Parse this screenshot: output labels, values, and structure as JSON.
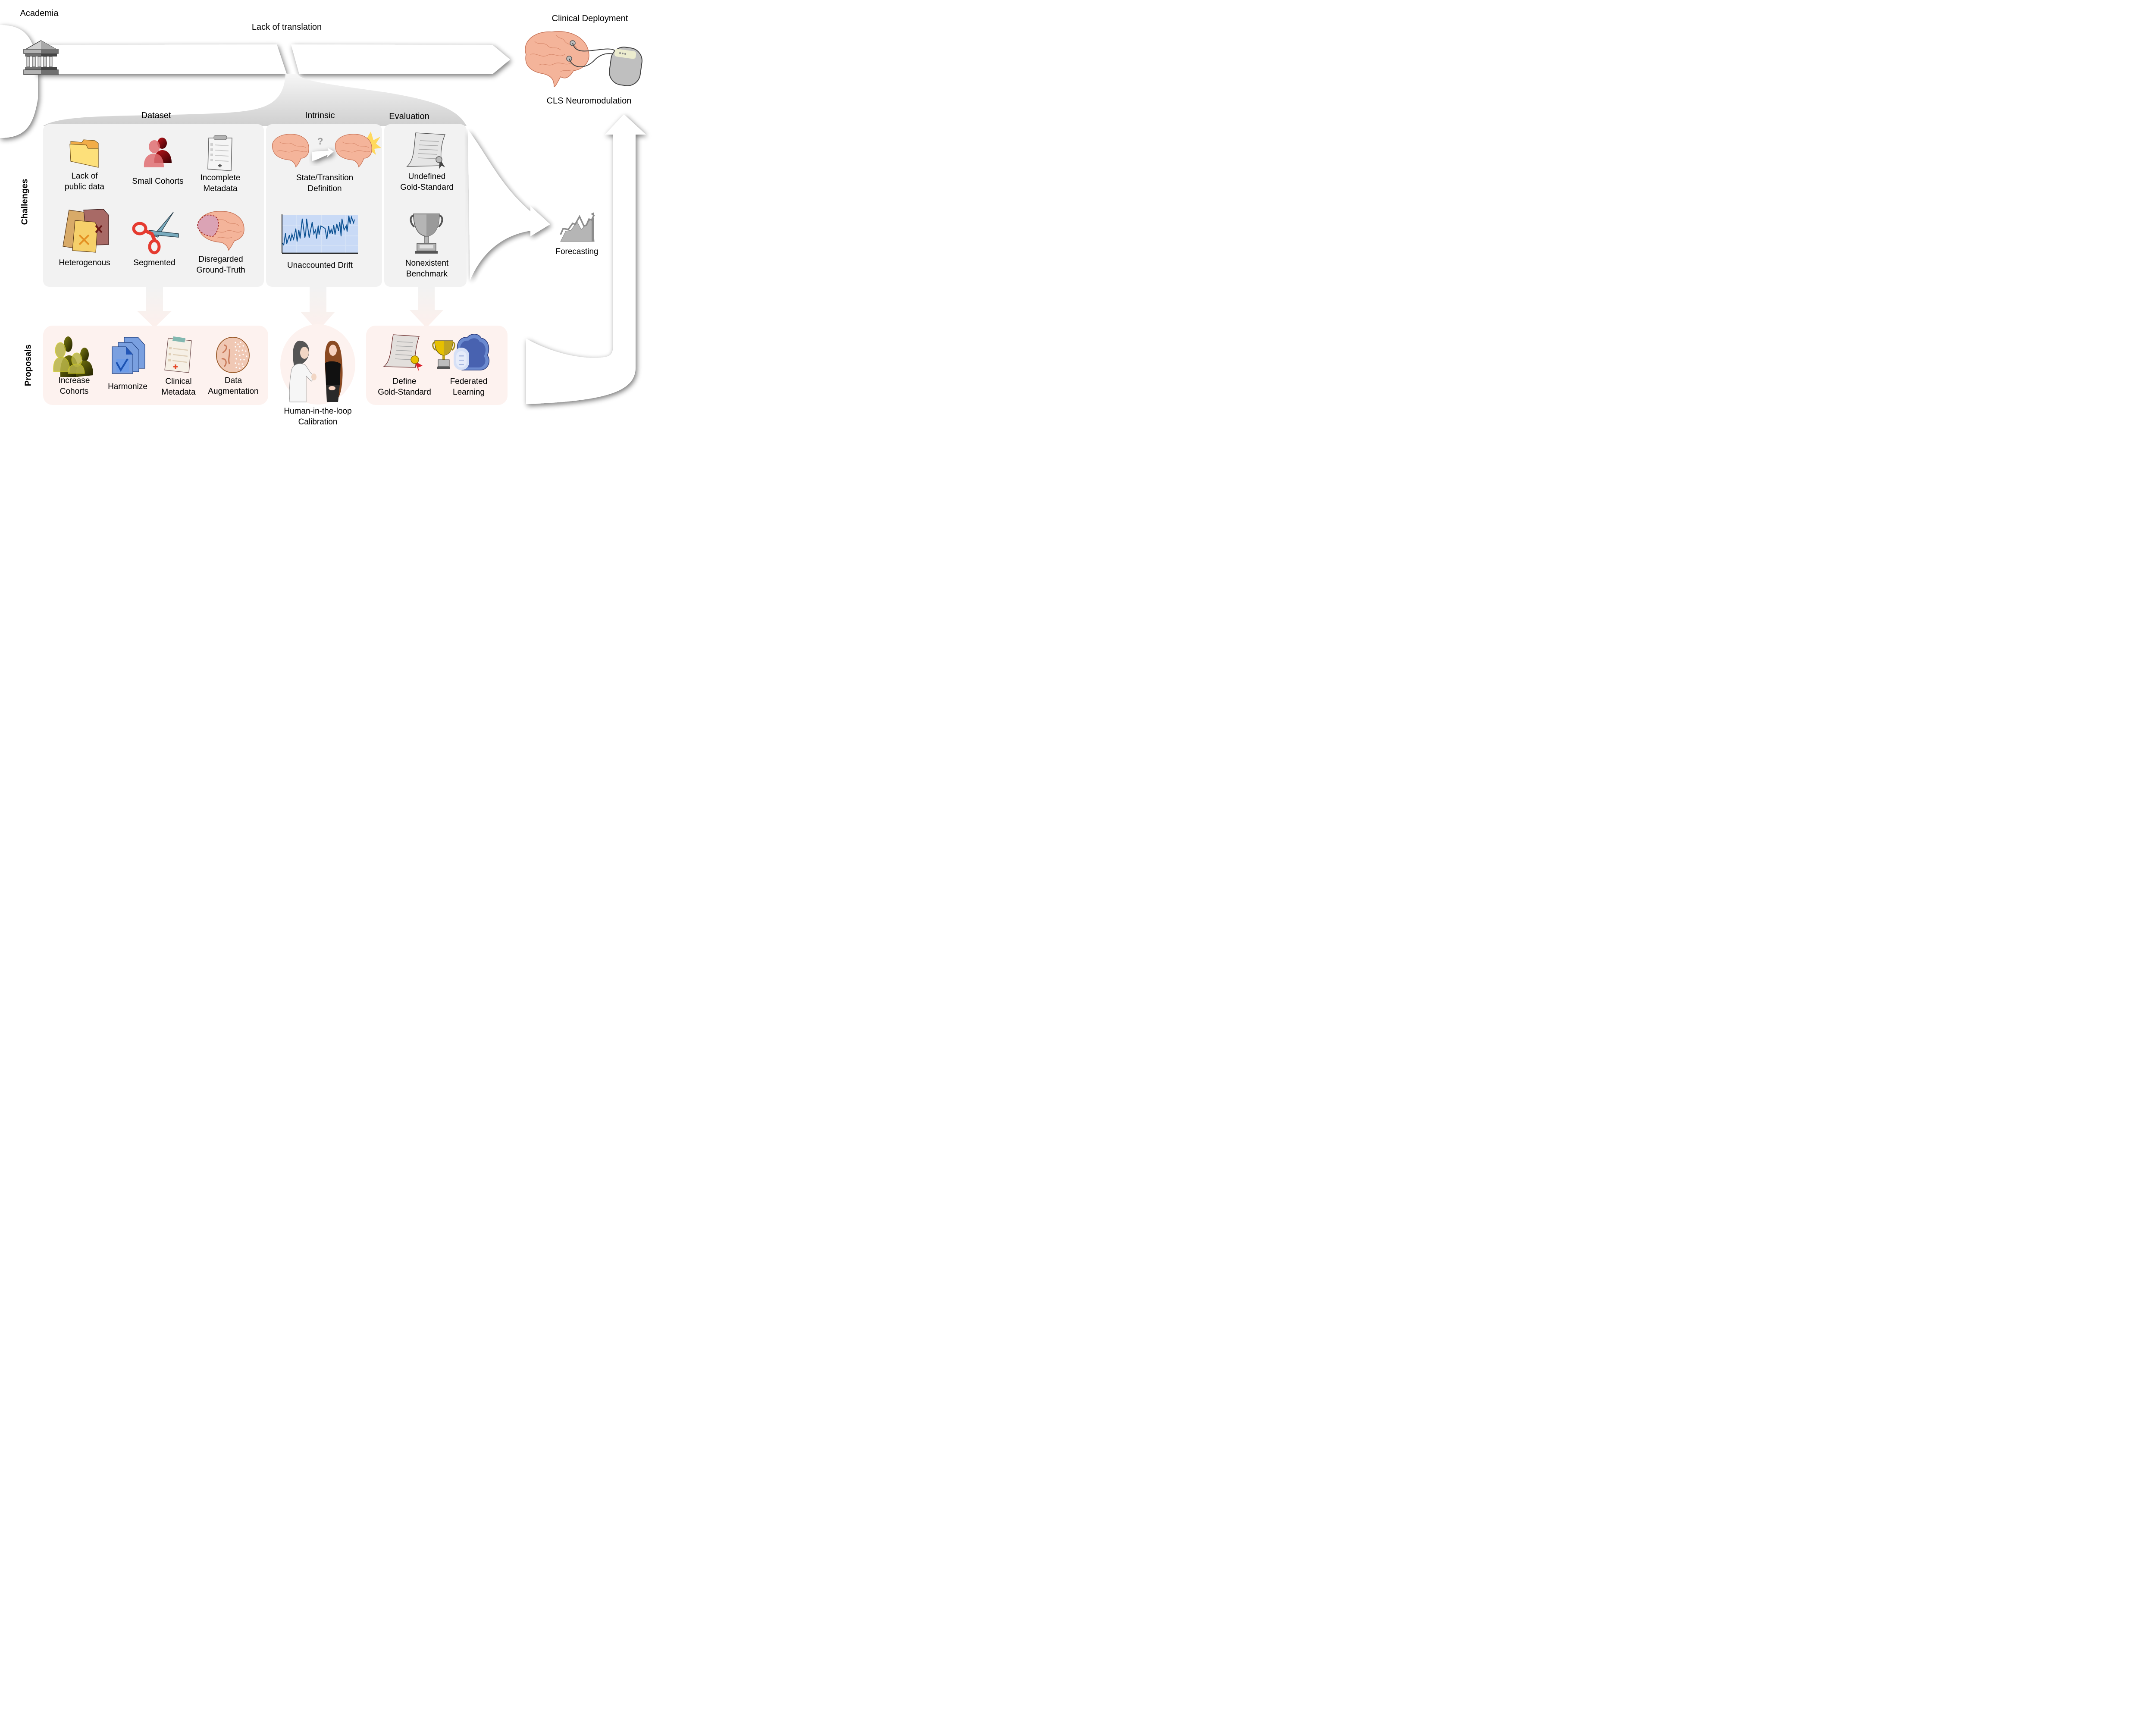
{
  "header": {
    "source_label": "Academia",
    "gap_label": "Lack of translation",
    "target_label": "Clinical Deployment",
    "target_caption": "CLS Neuromodulation"
  },
  "side_labels": {
    "challenges": "Challenges",
    "proposals": "Proposals"
  },
  "challenge_groups": [
    {
      "title": "Dataset",
      "items": [
        {
          "label_line1": "Lack of",
          "label_line2": "public data",
          "icon": "folder-icon"
        },
        {
          "label_line1": "Small Cohorts",
          "label_line2": "",
          "icon": "people-icon"
        },
        {
          "label_line1": "Incomplete",
          "label_line2": "Metadata",
          "icon": "clipboard-icon"
        },
        {
          "label_line1": "Heterogenous",
          "label_line2": "",
          "icon": "mismatched-files-icon"
        },
        {
          "label_line1": "Segmented",
          "label_line2": "",
          "icon": "scissors-icon"
        },
        {
          "label_line1": "Disregarded",
          "label_line2": "Ground-Truth",
          "icon": "brain-region-icon"
        }
      ]
    },
    {
      "title": "Intrinsic",
      "items": [
        {
          "label_line1": "State/Transition",
          "label_line2": "Definition",
          "icon": "brain-transition-icon",
          "badge": "?"
        },
        {
          "label_line1": "Unaccounted Drift",
          "label_line2": "",
          "icon": "drift-chart-icon"
        }
      ]
    },
    {
      "title": "Evaluation",
      "items": [
        {
          "label_line1": "Undefined",
          "label_line2": "Gold-Standard",
          "icon": "certificate-icon"
        },
        {
          "label_line1": "Nonexistent",
          "label_line2": "Benchmark",
          "icon": "trophy-icon"
        }
      ]
    }
  ],
  "proposals": {
    "dataset": [
      {
        "label_line1": "Increase",
        "label_line2": "Cohorts",
        "icon": "group-icon"
      },
      {
        "label_line1": "Harmonize",
        "label_line2": "",
        "icon": "checked-documents-icon"
      },
      {
        "label_line1": "Clinical",
        "label_line2": "Metadata",
        "icon": "medical-clipboard-icon"
      },
      {
        "label_line1": "Data",
        "label_line2": "Augmentation",
        "icon": "augmented-brain-icon"
      }
    ],
    "intrinsic": [
      {
        "label_line1": "Human-in-the-loop",
        "label_line2": "Calibration",
        "icon": "clinician-patient-icon"
      }
    ],
    "evaluation": [
      {
        "label_line1": "Define",
        "label_line2": "Gold-Standard",
        "icon": "gold-certificate-icon"
      },
      {
        "label_line1": "Federated",
        "label_line2": "Learning",
        "icon": "trophy-cloud-database-icon"
      }
    ]
  },
  "outcome": {
    "label": "Forecasting",
    "icon": "forecast-chart-icon"
  },
  "colors": {
    "challenge_panel": "#f2f2f2",
    "challenge_header": "#d0d0d0",
    "proposal_panel": "#fdf2ef",
    "drift_line": "#0d5293",
    "drift_bg": "#c9daf6",
    "brain": "#f4b49a"
  }
}
